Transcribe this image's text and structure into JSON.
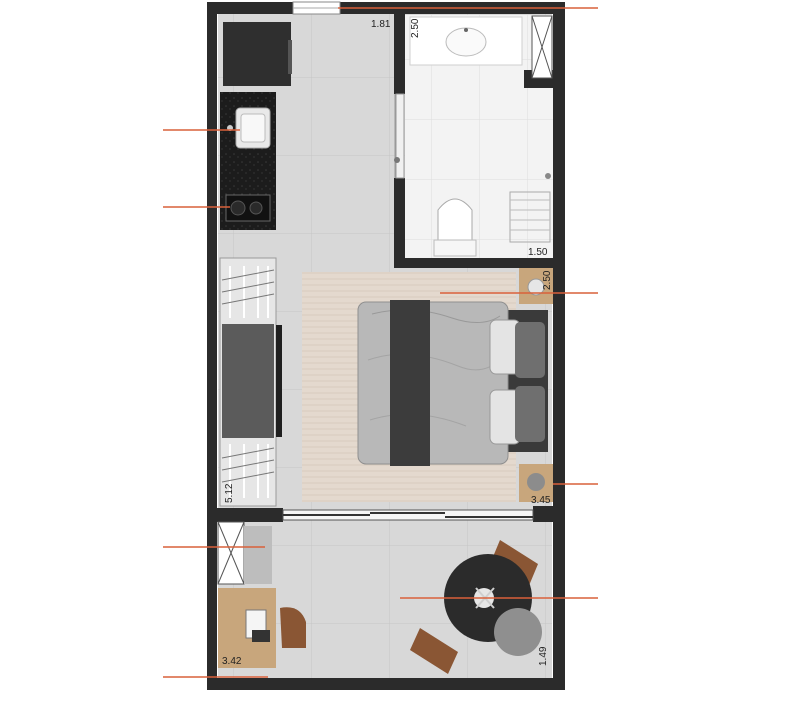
{
  "plan": {
    "dimensions": [
      {
        "id": "d1",
        "text": "1.81"
      },
      {
        "id": "d2",
        "text": "2.50"
      },
      {
        "id": "d3",
        "text": "1.50"
      },
      {
        "id": "d4",
        "text": "2.50"
      },
      {
        "id": "d5",
        "text": "5.12"
      },
      {
        "id": "d6",
        "text": "3.45"
      },
      {
        "id": "d7",
        "text": "3.42"
      },
      {
        "id": "d8",
        "text": "1.49"
      }
    ]
  },
  "colors": {
    "wall": "#2b2b2b",
    "floor": "#d6d6d6",
    "bath_floor": "#f2f2f2",
    "rug": "#e2d7cc",
    "wood": "#c8a67c",
    "leader": "#d9603a",
    "counter": "#1e1e1e"
  }
}
